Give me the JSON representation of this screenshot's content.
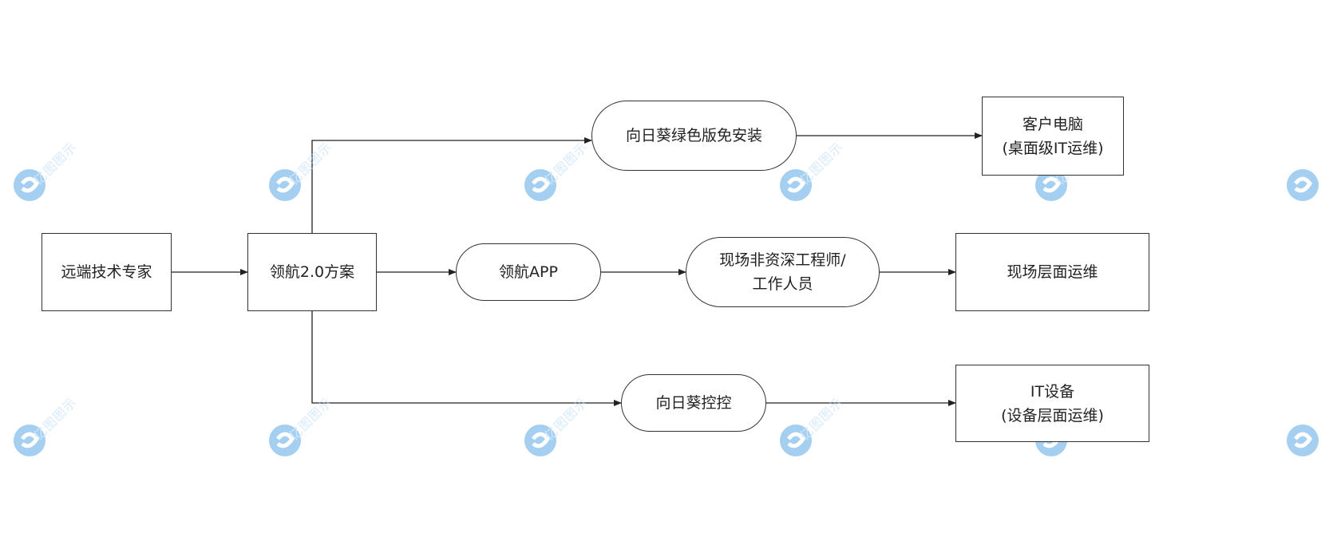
{
  "diagram": {
    "nodes": {
      "expert": "远端技术专家",
      "plan": "领航2.0方案",
      "sunflower_green": "向日葵绿色版免安装",
      "customer_pc": "客户电脑\n(桌面级IT运维)",
      "app": "领航APP",
      "field_staff": "现场非资深工程师/\n工作人员",
      "field_ops": "现场层面运维",
      "sunflower_control": "向日葵控控",
      "it_device": "IT设备\n(设备层面运维)"
    },
    "watermark_text": "亿图图示"
  },
  "colors": {
    "line": "#222222",
    "border": "#333333",
    "watermark": "#9ccaf0"
  }
}
